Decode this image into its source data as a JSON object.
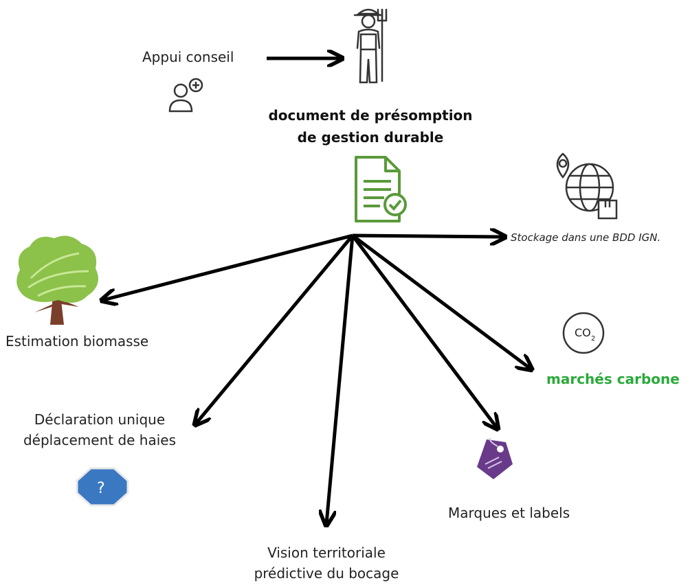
{
  "advisor": {
    "label": "Appui conseil",
    "icon": "advisor-person-plus-icon"
  },
  "farmer": {
    "icon": "farmer-with-pitchfork-icon"
  },
  "document": {
    "title_line1": "document de présomption",
    "title_line2": "de gestion durable",
    "icon": "document-check-icon",
    "color": "#5a9a3a"
  },
  "targets": {
    "storage": {
      "label": "Stockage dans une BDD IGN.",
      "icon": "globe-location-box-icon"
    },
    "biomass": {
      "label": "Estimation biomasse",
      "icon": "tree-icon"
    },
    "carbon": {
      "label": "marchés carbone",
      "icon": "co2-circle-icon",
      "icon_text": "CO",
      "icon_sub": "2",
      "color": "#2aaa3a"
    },
    "declaration": {
      "line1": "Déclaration unique",
      "line2": "déplacement de haies",
      "icon": "question-octagon-icon",
      "icon_text": "?",
      "color": "#3a78c2"
    },
    "brands": {
      "label": "Marques et labels",
      "icon": "price-tag-icon",
      "color": "#6a3a8a"
    },
    "vision": {
      "line1": "Vision territoriale",
      "line2": "prédictive du bocage"
    }
  }
}
